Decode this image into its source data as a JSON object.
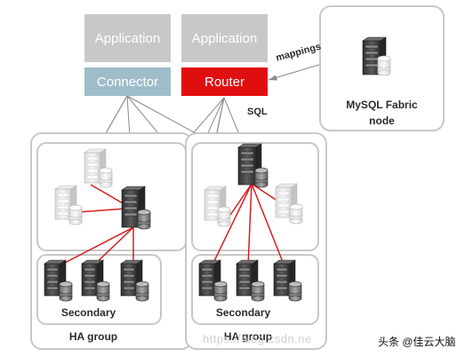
{
  "applications": [
    {
      "label": "Application"
    },
    {
      "label": "Application"
    }
  ],
  "connector": {
    "label": "Connector"
  },
  "router": {
    "label": "Router"
  },
  "fabric": {
    "label_line1": "MySQL Fabric",
    "label_line2": "node"
  },
  "labels": {
    "mappings": "mappings",
    "sql": "SQL"
  },
  "groups": [
    {
      "secondary_label": "Secondary",
      "group_label": "HA group"
    },
    {
      "secondary_label": "Secondary",
      "group_label": "HA group"
    }
  ],
  "watermark": "https://blog.csdn.ne",
  "credit": "头条 @佳云大脑",
  "colors": {
    "application": "#c8c8c8",
    "connector": "#9fbcc9",
    "router": "#e00f0f",
    "link_red": "#d81e1e",
    "link_gray": "#8a8a8a",
    "group_border": "#c8c8c8"
  }
}
